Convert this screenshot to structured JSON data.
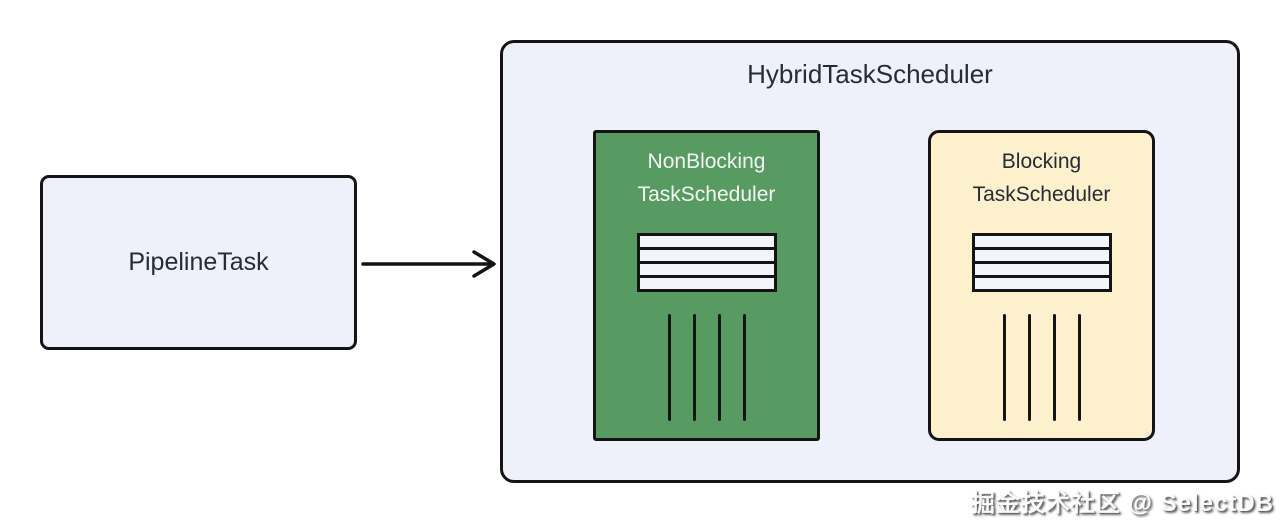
{
  "colors": {
    "canvas-bg": "#ffffff",
    "panel-fill": "#eef1f9",
    "border": "#141414",
    "green-fill": "#579b63",
    "cream-fill": "#fdf0cc",
    "dark-text": "#262b34",
    "light-text": "#f4f8f4",
    "queue-row-fill": "#f2f5fb"
  },
  "diagram": {
    "pipeline_task": {
      "label": "PipelineTask"
    },
    "scheduler": {
      "title": "HybridTaskScheduler",
      "nonblocking": {
        "line1": "NonBlocking",
        "line2": "TaskScheduler"
      },
      "blocking": {
        "line1": "Blocking",
        "line2": "TaskScheduler"
      }
    },
    "watermark": "掘金技术社区 @ SelectDB"
  }
}
